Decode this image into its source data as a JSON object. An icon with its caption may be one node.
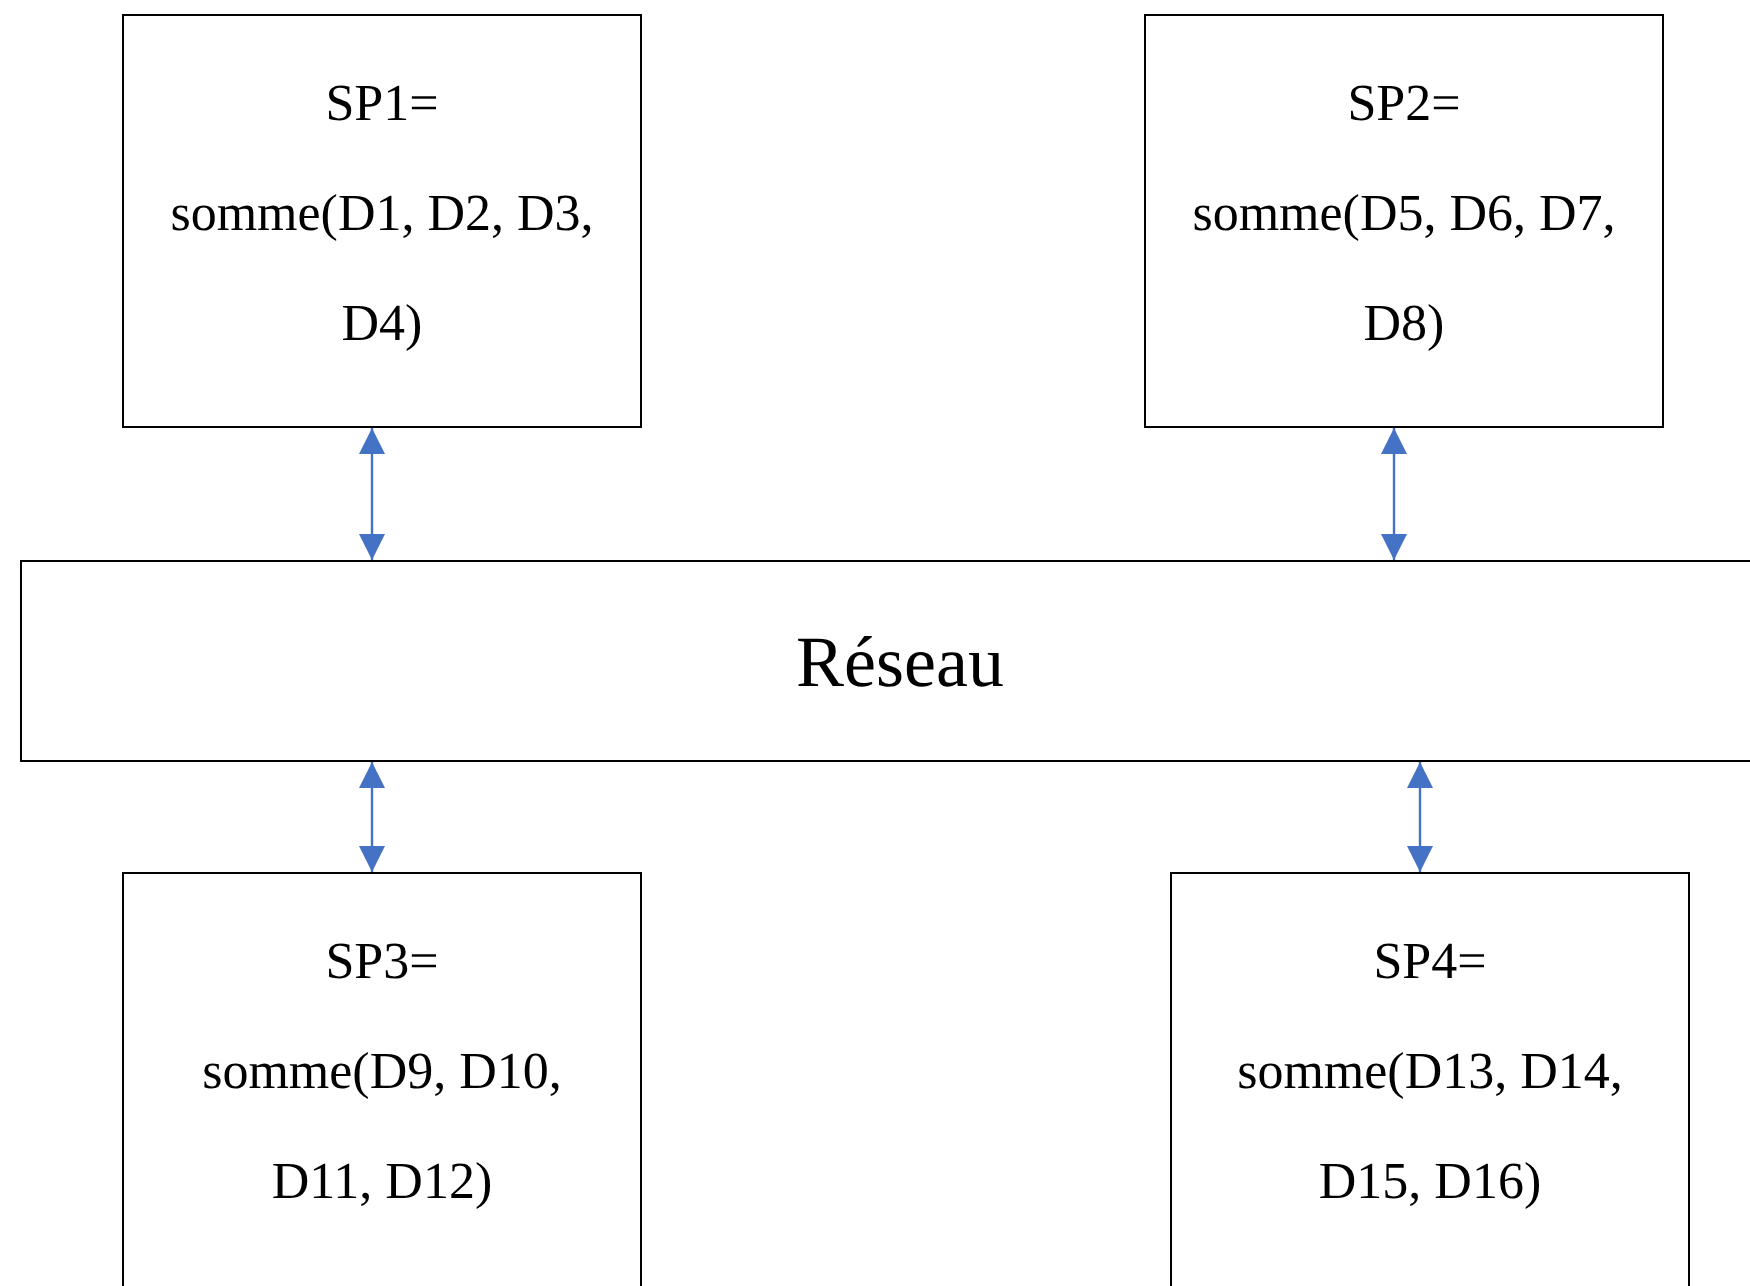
{
  "diagram": {
    "nodes": [
      {
        "text": [
          "SP1=",
          "somme(D1, D2, D3, D4)"
        ]
      },
      {
        "text": [
          "SP2=",
          "somme(D5, D6, D7, D8)"
        ]
      },
      {
        "text": [
          "Réseau"
        ]
      },
      {
        "text": [
          "SP3=",
          "somme(D9, D10, D11, D12)"
        ]
      },
      {
        "text": [
          "SP4=",
          "somme(D13, D14, D15, D16)"
        ]
      }
    ],
    "edges": [
      {
        "from": 0,
        "to": 2,
        "arrow": "both"
      },
      {
        "from": 1,
        "to": 2,
        "arrow": "both"
      },
      {
        "from": 3,
        "to": 2,
        "arrow": "both"
      },
      {
        "from": 4,
        "to": 2,
        "arrow": "both"
      }
    ]
  }
}
